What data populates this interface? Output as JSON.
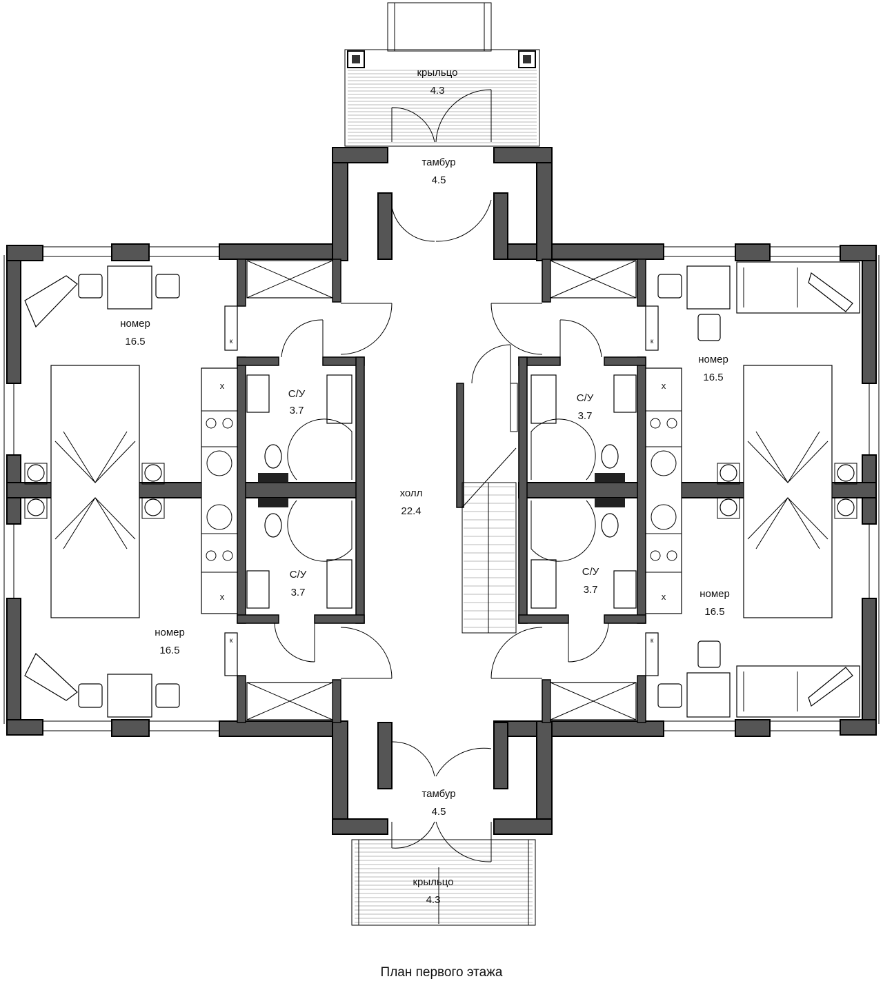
{
  "rooms": {
    "porch_top": {
      "name": "крыльцо",
      "area": "4.3"
    },
    "vestibule_top": {
      "name": "тамбур",
      "area": "4.5"
    },
    "room_tl": {
      "name": "номер",
      "area": "16.5"
    },
    "room_tr": {
      "name": "номер",
      "area": "16.5"
    },
    "room_bl": {
      "name": "номер",
      "area": "16.5"
    },
    "room_br": {
      "name": "номер",
      "area": "16.5"
    },
    "wc_tl": {
      "name": "С/У",
      "area": "3.7"
    },
    "wc_tr": {
      "name": "С/У",
      "area": "3.7"
    },
    "wc_bl": {
      "name": "С/У",
      "area": "3.7"
    },
    "wc_br": {
      "name": "С/У",
      "area": "3.7"
    },
    "hall": {
      "name": "холл",
      "area": "22.4"
    },
    "vestibule_bottom": {
      "name": "тамбур",
      "area": "4.5"
    },
    "porch_bottom": {
      "name": "крыльцо",
      "area": "4.3"
    }
  },
  "symbols": {
    "sink_mark": "x",
    "fridge_mark": "к"
  },
  "caption": "План  первого этажа"
}
